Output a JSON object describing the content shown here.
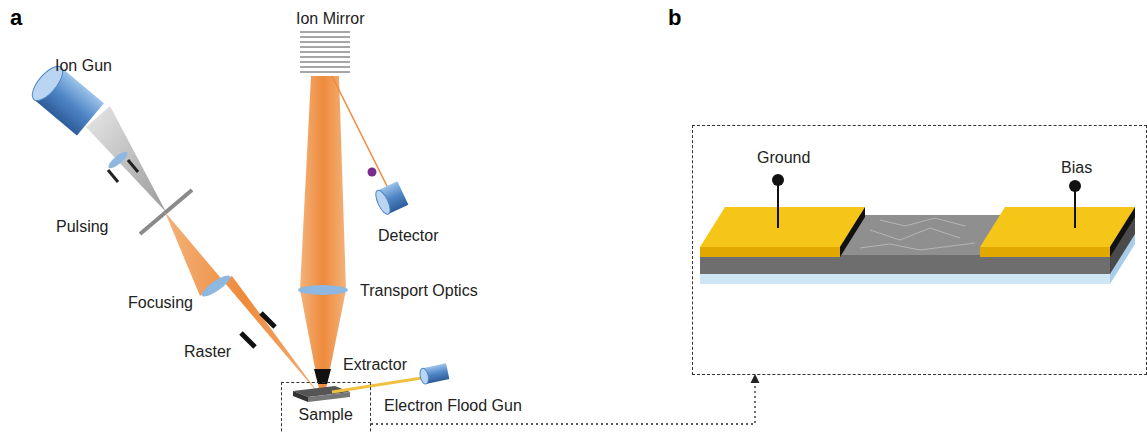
{
  "diagram": {
    "nodes": [
      {
        "text": [
          "Sample"
        ]
      },
      {
        "text": [
          "Ground",
          "Bias"
        ]
      }
    ],
    "edges": [
      {
        "from": 0,
        "to": 1,
        "arrow": "to"
      }
    ],
    "labels": [
      "a",
      "b",
      "Ion Gun",
      "Pulsing",
      "Focusing",
      "Raster",
      "Ion Mirror",
      "Detector",
      "Transport Optics",
      "Extractor",
      "Electron Flood Gun"
    ]
  }
}
